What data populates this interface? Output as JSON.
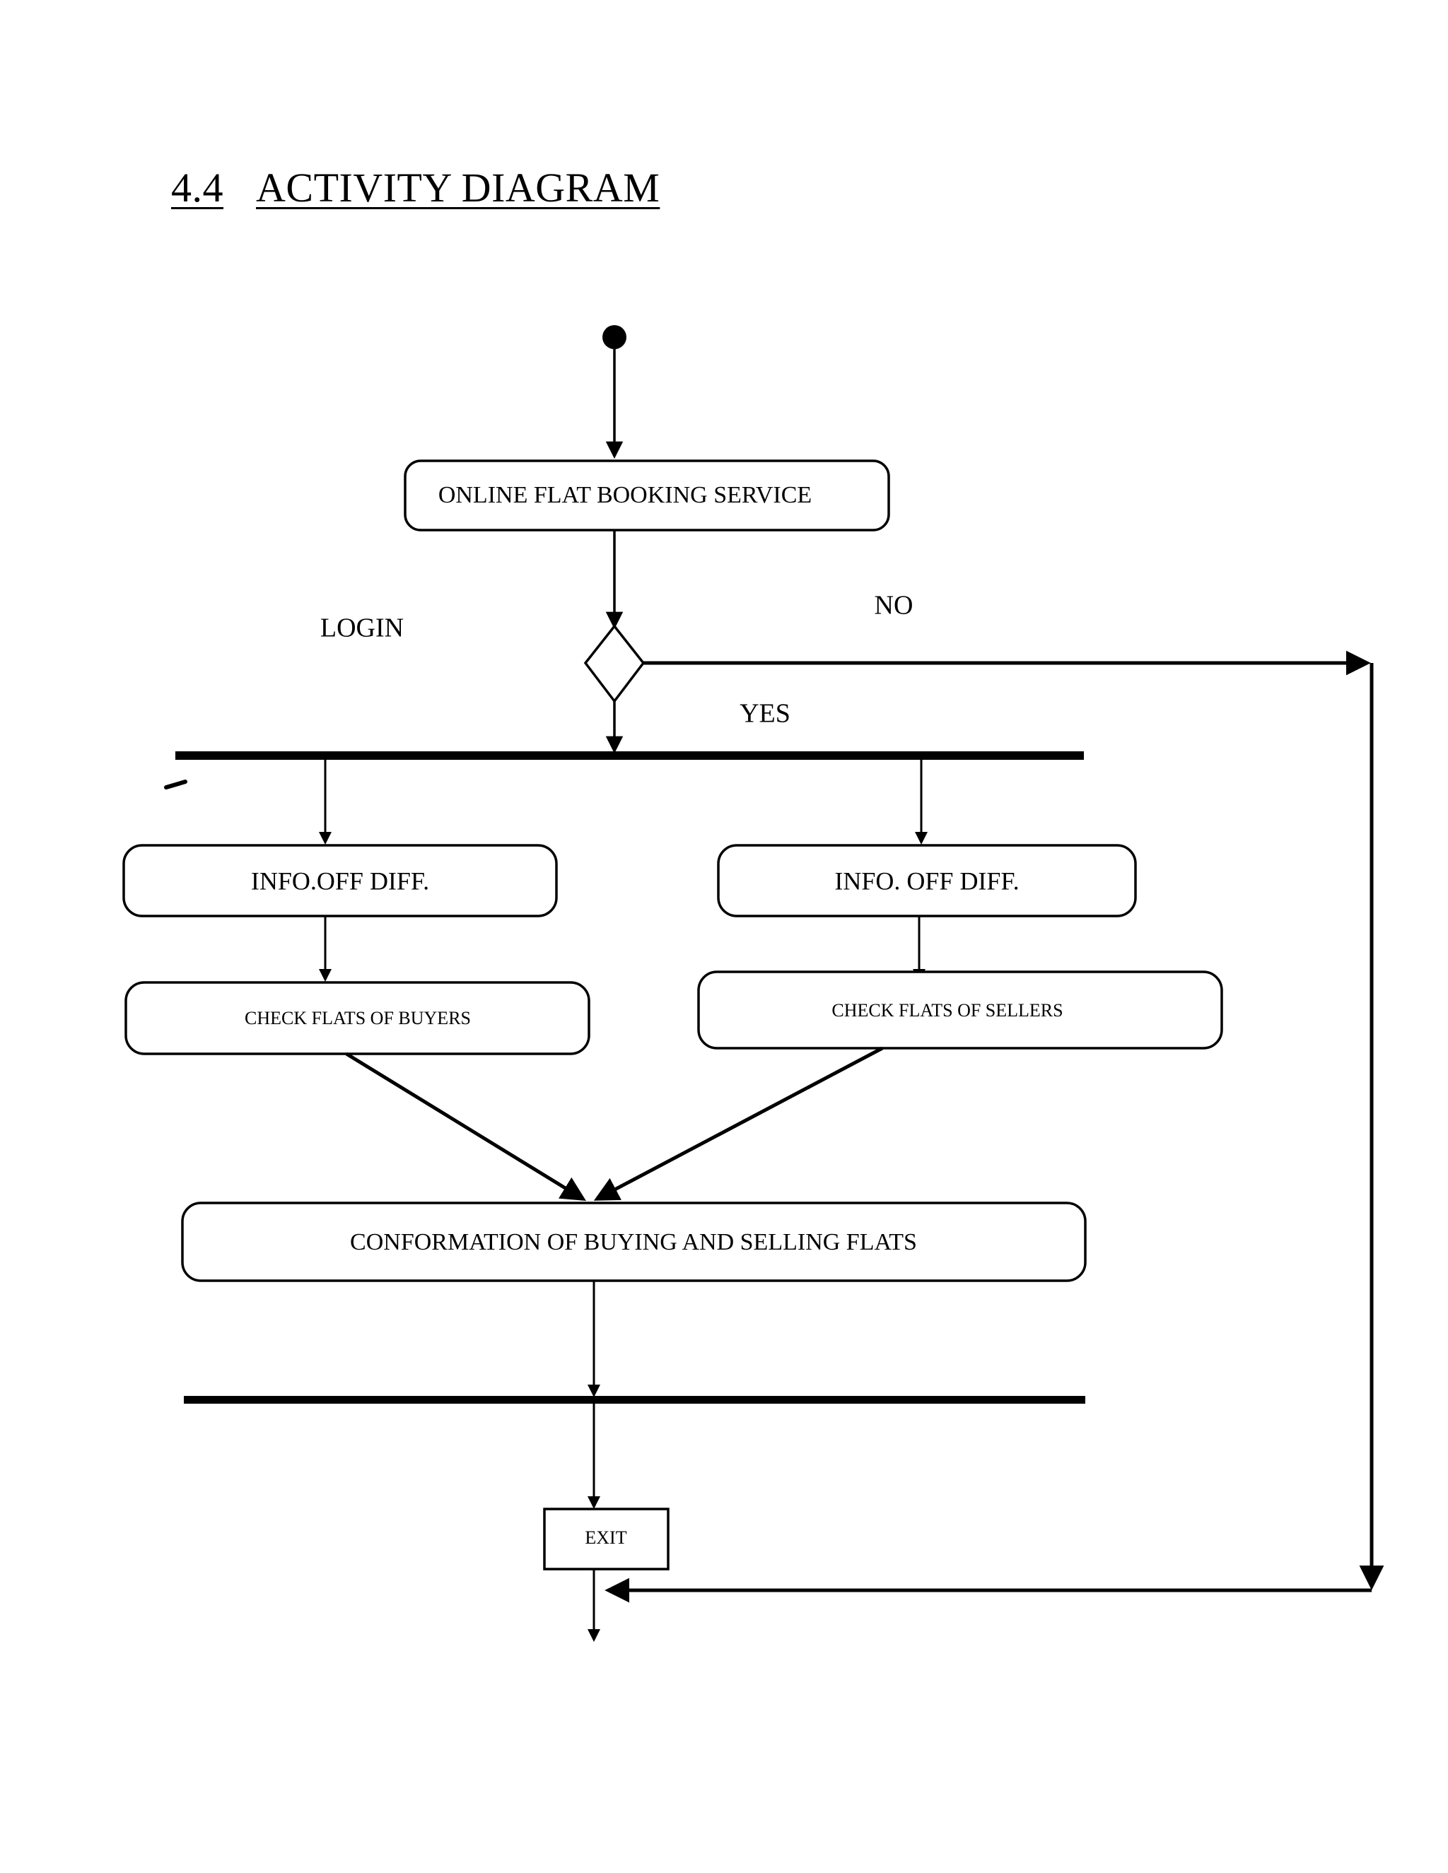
{
  "page": {
    "background_color": "#ffffff",
    "ink_color": "#000000"
  },
  "heading": {
    "number": "4.4",
    "title": "ACTIVITY DIAGRAM"
  },
  "diagram": {
    "type": "uml-activity-diagram",
    "nodes": [
      {
        "id": "initial",
        "kind": "initial-node",
        "label": ""
      },
      {
        "id": "service",
        "kind": "activity",
        "label": "ONLINE FLAT BOOKING SERVICE"
      },
      {
        "id": "decision",
        "kind": "decision",
        "label": ""
      },
      {
        "id": "fork-top",
        "kind": "fork-bar",
        "label": ""
      },
      {
        "id": "info-left",
        "kind": "activity",
        "label": "INFO.OFF DIFF."
      },
      {
        "id": "info-right",
        "kind": "activity",
        "label": "INFO. OFF DIFF."
      },
      {
        "id": "check-buyers",
        "kind": "activity",
        "label": "CHECK FLATS OF BUYERS"
      },
      {
        "id": "check-sellers",
        "kind": "activity",
        "label": "CHECK FLATS OF SELLERS"
      },
      {
        "id": "conformation",
        "kind": "activity",
        "label": "CONFORMATION OF BUYING AND SELLING FLATS"
      },
      {
        "id": "join-bottom",
        "kind": "join-bar",
        "label": ""
      },
      {
        "id": "exit",
        "kind": "rectangle",
        "label": "EXIT"
      }
    ],
    "edge_labels": [
      {
        "id": "login",
        "text": "LOGIN"
      },
      {
        "id": "no",
        "text": "NO"
      },
      {
        "id": "yes",
        "text": "YES"
      }
    ]
  }
}
